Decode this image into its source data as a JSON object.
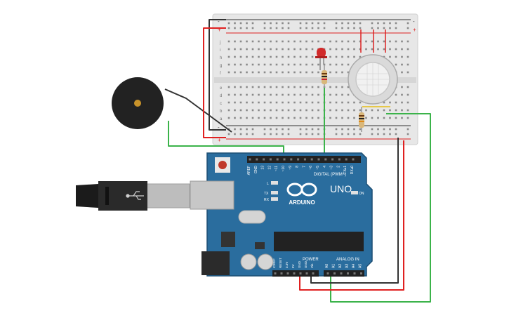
{
  "arduino": {
    "logo_text": "ARDUINO",
    "model": "UNO",
    "digital_label": "DIGITAL (PWM~)",
    "power_label": "POWER",
    "analog_label": "ANALOG IN",
    "on_label": "ON",
    "tx_label": "TX",
    "rx_label": "RX",
    "l_label": "L",
    "digital_pins": [
      "AREF",
      "GND",
      "13",
      "12",
      "~11",
      "~10",
      "~9",
      "8",
      "7",
      "~6",
      "~5",
      "4",
      "~3",
      "2",
      "TX▸1",
      "RX◂0"
    ],
    "power_pins": [
      "IOREF",
      "RESET",
      "3.3V",
      "5V",
      "GND",
      "GND",
      "Vin"
    ],
    "analog_pins": [
      "A0",
      "A1",
      "A2",
      "A3",
      "A4",
      "A5"
    ]
  },
  "breadboard": {
    "row_letters_top": [
      "j",
      "i",
      "h",
      "g",
      "f"
    ],
    "row_letters_bottom": [
      "e",
      "d",
      "c",
      "b",
      "a"
    ],
    "rail_plus": "+",
    "rail_minus": "-"
  },
  "colors": {
    "board": "#2a6d9e",
    "board_dark": "#1d4f74",
    "wire_red": "#e02020",
    "wire_black": "#333333",
    "wire_green": "#3bb34a",
    "led": "#d12a2a",
    "breadboard": "#e9e9e9",
    "buzzer": "#222222",
    "buzzer_center": "#c8932a"
  },
  "icons": [
    "usb-connector-icon",
    "arduino-infinity-logo-icon",
    "usb-symbol-icon"
  ]
}
